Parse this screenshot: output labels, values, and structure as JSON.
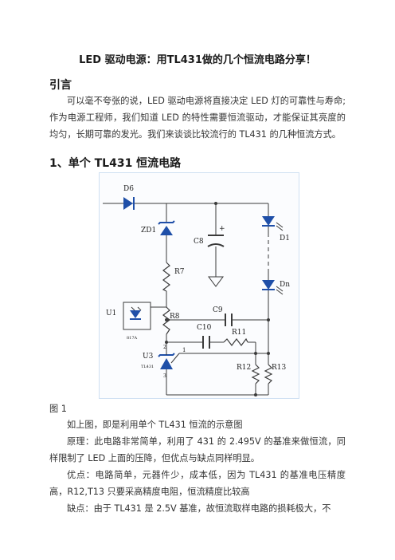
{
  "doc": {
    "title": "LED 驱动电源：用TL431做的几个恒流电路分享！",
    "section_intro": "引言",
    "intro_text": "可以毫不夸张的说，LED 驱动电源将直接决定 LED 灯的可靠性与寿命;作为电源工程师，我们知道 LED 的特性需要恒流驱动，才能保证其亮度的均匀，长期可靠的发光。我们来谈谈比较流行的  TL431  的几种恒流方式。",
    "section1": "1、单个 TL431 恒流电路",
    "figure_caption": "图 1",
    "p1": "如上图，即是利用单个 TL431 恒流的示意图",
    "p2": "原理：此电路非常简单，利用了 431 的 2.495V 的基准来做恒流，同样限制了 LED 上面的压降，但优点与缺点同样明显。",
    "p3": "优点：电路简单，元器件少，成本低，因为  TL431  的基准电压精度高，R12,T13 只要采高精度电阻，恒流精度比较高",
    "p4": "缺点：由于 TL431 是 2.5V 基准，故恒流取样电路的损耗极大，不"
  },
  "circuit": {
    "labels": {
      "d6": "D6",
      "zd1": "ZD1",
      "c8": "C8",
      "plus": "+",
      "d1": "D1",
      "dn": "Dn",
      "r7": "R7",
      "u1": "U1",
      "u1_sub": "817A",
      "r8": "R8",
      "c9": "C9",
      "c10": "C10",
      "r11": "R11",
      "u3": "U3",
      "u3_sub": "TL431",
      "pin1": "1",
      "pin2": "2",
      "pin3": "3",
      "r12": "R12",
      "r13": "R13"
    },
    "wire_color": "#3a3a3a",
    "component_color": "#1f4fa8",
    "led_color": "#1f4fa8"
  }
}
